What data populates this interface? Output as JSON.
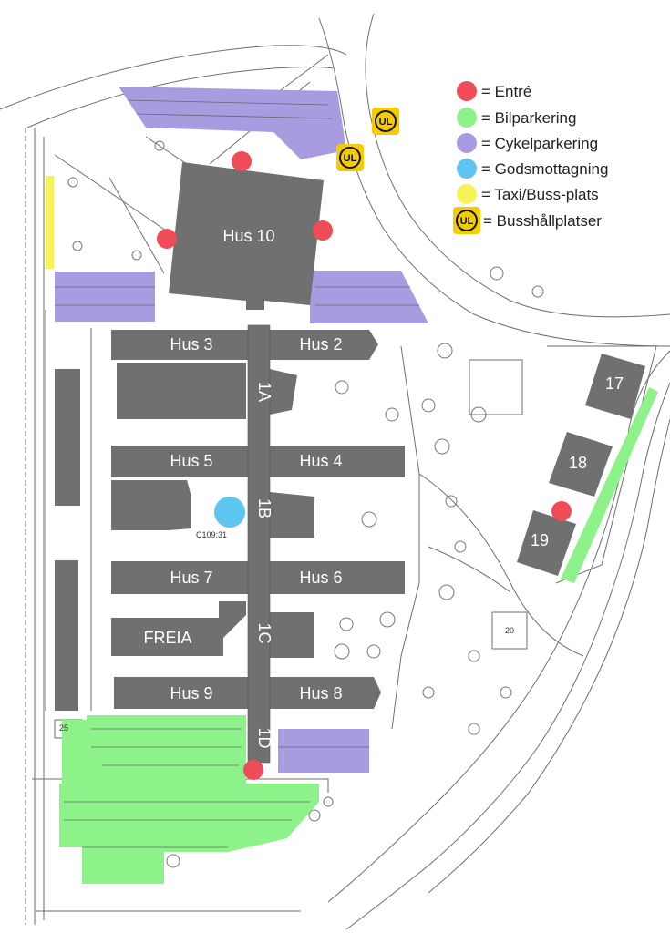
{
  "colors": {
    "entrance": "#f04c58",
    "parking": "#8ef28a",
    "bike": "#a99be0",
    "goods": "#5ec4f0",
    "taxi": "#f6f25a",
    "building": "#707070",
    "ul_fill": "#f5cc00"
  },
  "legend": [
    {
      "key": "entrance",
      "label": "= Entré"
    },
    {
      "key": "parking",
      "label": "= Bilparkering"
    },
    {
      "key": "bike",
      "label": "= Cykelparkering"
    },
    {
      "key": "goods",
      "label": "= Godsmottagning"
    },
    {
      "key": "taxi",
      "label": "= Taxi/Buss-plats"
    },
    {
      "key": "ul",
      "label": "= Busshållplatser"
    }
  ],
  "ul_text": "UL",
  "buildings": {
    "hus10": "Hus 10",
    "hus3": "Hus 3",
    "hus2": "Hus 2",
    "hus5": "Hus 5",
    "hus4": "Hus 4",
    "hus7": "Hus 7",
    "hus6": "Hus 6",
    "freia": "FREIA",
    "hus9": "Hus 9",
    "hus8": "Hus 8",
    "b17": "17",
    "b18": "18",
    "b19": "19",
    "b20": "20",
    "b25": "25"
  },
  "corridors": {
    "c1a": "1A",
    "c1b": "1B",
    "c1c": "1C",
    "c1d": "1D"
  },
  "room_label": "C109:31"
}
